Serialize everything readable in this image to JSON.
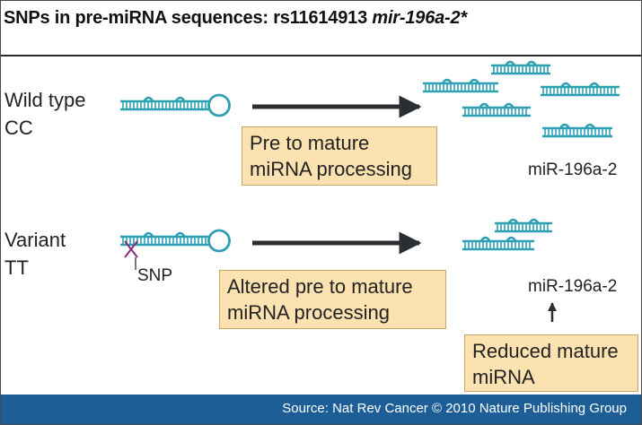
{
  "title": {
    "prefix": "SNPs in pre-miRNA sequences: rs11614913 ",
    "gene": "mir-196a-2*"
  },
  "wild_type": {
    "label_line1": "Wild type",
    "label_line2": "CC",
    "process_line1": "Pre to mature",
    "process_line2": "miRNA processing",
    "product": "miR-196a-2",
    "mature_copies": 5
  },
  "variant": {
    "label_line1": "Variant",
    "label_line2": "TT",
    "snp_label": "SNP",
    "process_line1": "Altered pre to mature",
    "process_line2": "miRNA processing",
    "product": "miR-196a-2",
    "note_line1": "Reduced mature",
    "note_line2": "miRNA",
    "mature_copies": 2
  },
  "footer": {
    "source": "Source: Nat Rev Cancer © 2010 Nature Publishing Group"
  },
  "colors": {
    "rna": "#2d9fb3",
    "arrow": "#2b2f33",
    "box_fill": "#fbe2b0",
    "snp_mark": "#8e2b7a",
    "footer_bar": "#1c5e95"
  }
}
